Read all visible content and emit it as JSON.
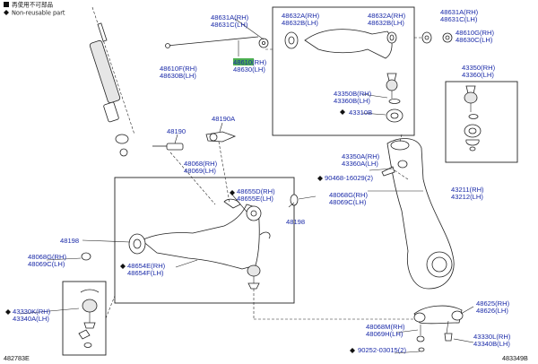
{
  "legend": {
    "items": [
      {
        "icon": "square-filled",
        "text": "再使用不可部品"
      },
      {
        "icon": "diamond-filled",
        "text": "Non-reusable part"
      }
    ]
  },
  "footer": {
    "left_code": "482783E",
    "right_code": "483349B"
  },
  "labels": {
    "l48631": [
      "48631A(RH)",
      "48631C(LH)"
    ],
    "l48632": [
      "48632A(RH)",
      "48632B(LH)"
    ],
    "l48632r": [
      "48632A(RH)",
      "48632B(LH)"
    ],
    "l48631r": [
      "48631A(RH)",
      "48631C(LH)"
    ],
    "l48610r": [
      "48610G(RH)",
      "48630C(LH)"
    ],
    "l48610": [
      "48610F(RH)",
      "48630B(LH)"
    ],
    "l48630": [
      "48610(RH)",
      "48630(LH)"
    ],
    "l43350u": [
      "43350B(RH)",
      "43360B(LH)"
    ],
    "l43310": [
      "43310B"
    ],
    "l43350r": [
      "43350(RH)",
      "43360(LH)"
    ],
    "l48190a": [
      "48190A"
    ],
    "l48190": [
      "48190"
    ],
    "l48068": [
      "48068(RH)",
      "48069(LH)"
    ],
    "l43350m": [
      "43350A(RH)",
      "43360A(LH)"
    ],
    "l90468": [
      "90468-16029(2)"
    ],
    "l48655": [
      "48655D(RH)",
      "48655E(LH)"
    ],
    "l48068g": [
      "48068G(RH)",
      "48069C(LH)"
    ],
    "l43211": [
      "43211(RH)",
      "43212(LH)"
    ],
    "l48198r": [
      "48198"
    ],
    "l48198l": [
      "48198"
    ],
    "l48068gl": [
      "48068G(RH)",
      "48069C(LH)"
    ],
    "l48654": [
      "48654E(RH)",
      "48654F(LH)"
    ],
    "l43330": [
      "43330K(RH)",
      "43340A(LH)"
    ],
    "l48625": [
      "48625(RH)",
      "48626(LH)"
    ],
    "l48068m": [
      "48068M(RH)",
      "48069H(LH)"
    ],
    "l43330l": [
      "43330L(RH)",
      "43340B(LH)"
    ],
    "l90252": [
      "90252-03015(2)"
    ]
  }
}
